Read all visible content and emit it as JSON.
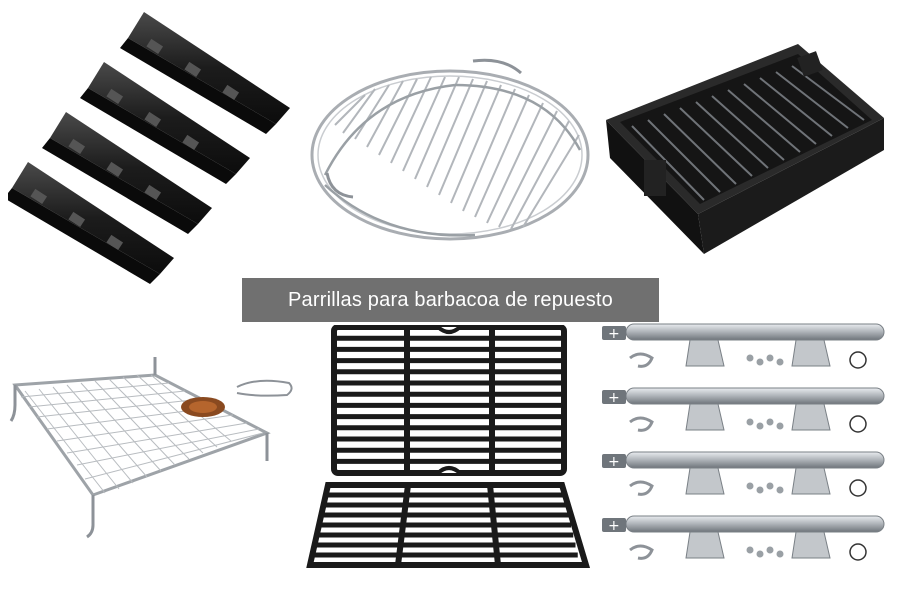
{
  "caption": {
    "text": "Parrillas para barbacoa de repuesto",
    "background": "#707070",
    "color": "#ffffff"
  },
  "products": [
    {
      "icon": "heat-plate-icon",
      "count": 4
    },
    {
      "icon": "round-grill-grate-icon"
    },
    {
      "icon": "smoker-box-icon"
    },
    {
      "icon": "wire-grill-rack-icon"
    },
    {
      "icon": "cast-iron-grates-icon",
      "count": 2
    },
    {
      "icon": "burner-tube-icon",
      "count": 4
    }
  ],
  "colors": {
    "black_metal": "#1c1c1c",
    "chrome": "#b8bcc0",
    "chrome_dark": "#7d8288"
  }
}
